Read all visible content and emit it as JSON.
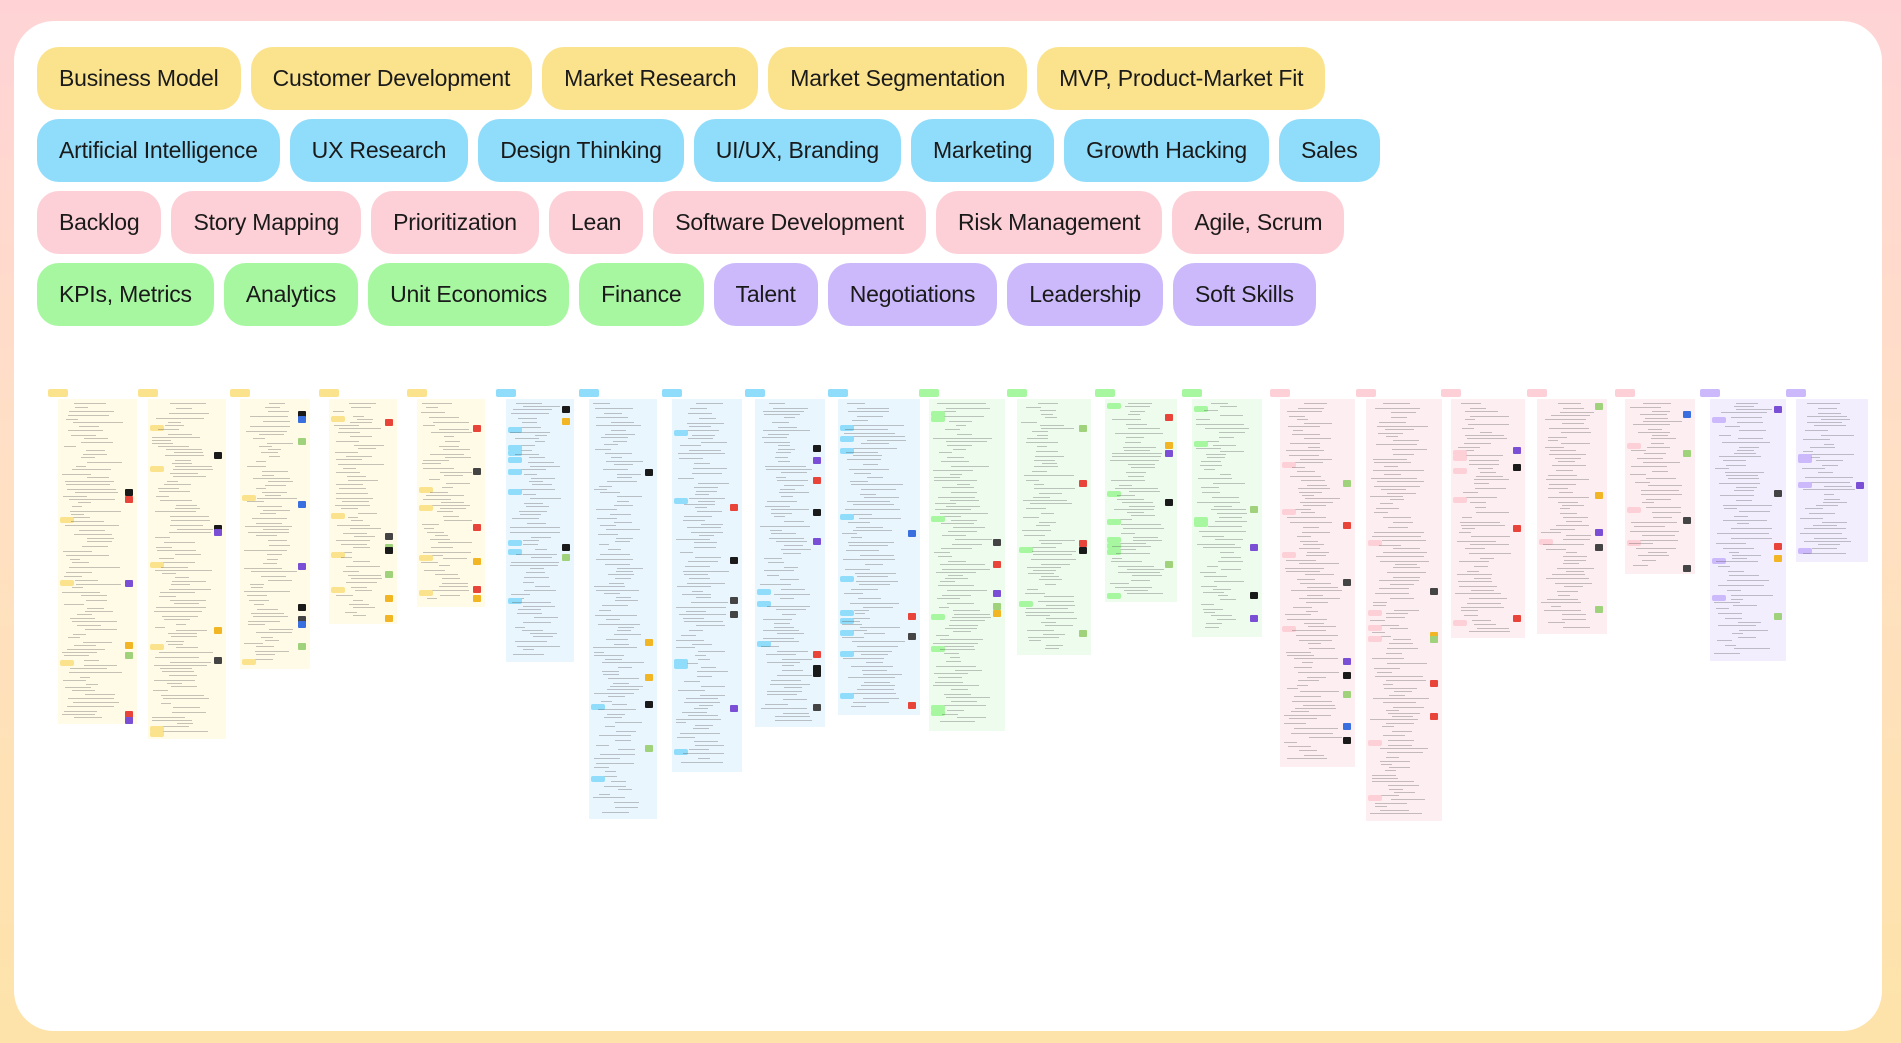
{
  "palette": {
    "yellow": "#fbe38e",
    "blue": "#8fdcfb",
    "pink": "#fdd0d7",
    "green": "#a6f7a0",
    "purple": "#cbb9fb"
  },
  "tag_rows": [
    [
      {
        "label": "Business Model",
        "color": "yellow"
      },
      {
        "label": "Customer Development",
        "color": "yellow"
      },
      {
        "label": "Market Research",
        "color": "yellow"
      },
      {
        "label": "Market Segmentation",
        "color": "yellow"
      },
      {
        "label": "MVP, Product-Market Fit",
        "color": "yellow"
      }
    ],
    [
      {
        "label": "Artificial Intelligence",
        "color": "blue"
      },
      {
        "label": "UX Research",
        "color": "blue"
      },
      {
        "label": "Design Thinking",
        "color": "blue"
      },
      {
        "label": "UI/UX, Branding",
        "color": "blue"
      },
      {
        "label": "Marketing",
        "color": "blue"
      },
      {
        "label": "Growth Hacking",
        "color": "blue"
      },
      {
        "label": "Sales",
        "color": "blue"
      }
    ],
    [
      {
        "label": "Backlog",
        "color": "pink"
      },
      {
        "label": "Story Mapping",
        "color": "pink"
      },
      {
        "label": "Prioritization",
        "color": "pink"
      },
      {
        "label": "Lean",
        "color": "pink"
      },
      {
        "label": "Software Development",
        "color": "pink"
      },
      {
        "label": "Risk Management",
        "color": "pink"
      },
      {
        "label": "Agile, Scrum",
        "color": "pink"
      }
    ],
    [
      {
        "label": "KPIs, Metrics",
        "color": "green"
      },
      {
        "label": "Analytics",
        "color": "green"
      },
      {
        "label": "Unit Economics",
        "color": "green"
      },
      {
        "label": "Finance",
        "color": "green"
      },
      {
        "label": "Talent",
        "color": "purple"
      },
      {
        "label": "Negotiations",
        "color": "purple"
      },
      {
        "label": "Leadership",
        "color": "purple"
      },
      {
        "label": "Soft Skills",
        "color": "purple"
      }
    ]
  ],
  "mind_maps": [
    {
      "topic": "Business Model",
      "color": "yellow"
    },
    {
      "topic": "Customer Development",
      "color": "yellow"
    },
    {
      "topic": "Market Research",
      "color": "yellow"
    },
    {
      "topic": "Market Segmentation",
      "color": "yellow"
    },
    {
      "topic": "MVP, Product-Market Fit",
      "color": "yellow"
    },
    {
      "topic": "Artificial Intelligence",
      "color": "blue"
    },
    {
      "topic": "UX Research",
      "color": "blue"
    },
    {
      "topic": "Design Thinking",
      "color": "blue"
    },
    {
      "topic": "UI/UX, Branding",
      "color": "blue"
    },
    {
      "topic": "Marketing",
      "color": "blue"
    },
    {
      "topic": "Growth Hacking",
      "color": "green"
    },
    {
      "topic": "Sales",
      "color": "green"
    },
    {
      "topic": "KPIs, Metrics",
      "color": "green"
    },
    {
      "topic": "Analytics",
      "color": "green"
    },
    {
      "topic": "Backlog",
      "color": "pink"
    },
    {
      "topic": "Story Mapping",
      "color": "pink"
    },
    {
      "topic": "Prioritization",
      "color": "pink"
    },
    {
      "topic": "Lean",
      "color": "pink"
    },
    {
      "topic": "Software Development",
      "color": "pink"
    },
    {
      "topic": "Talent",
      "color": "purple"
    },
    {
      "topic": "Leadership",
      "color": "purple"
    }
  ]
}
